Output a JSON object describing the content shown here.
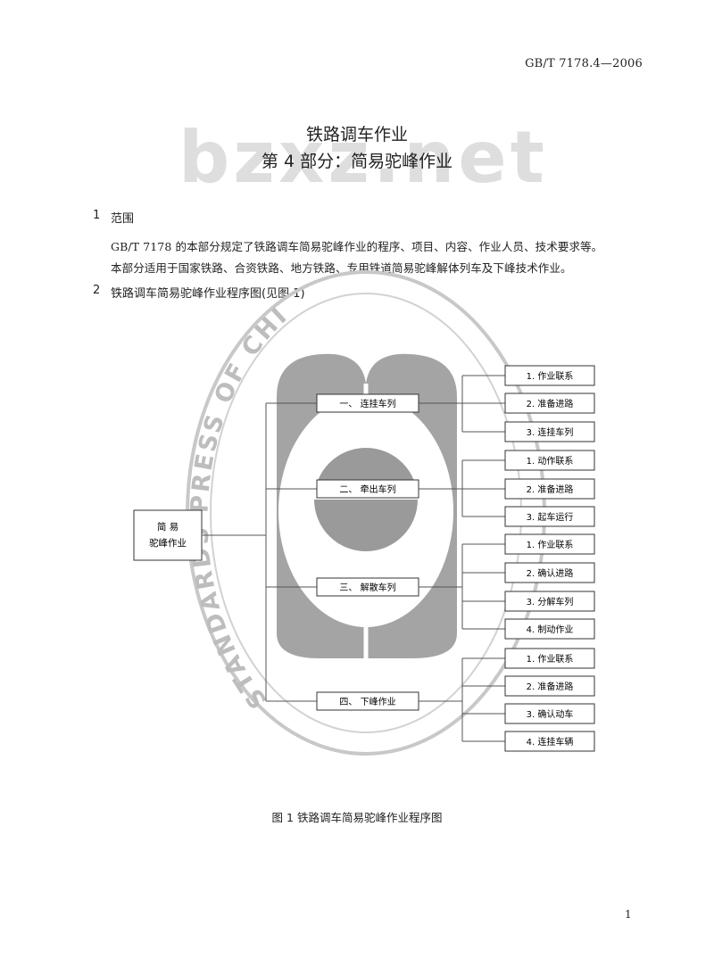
{
  "header": {
    "standard_code": "GB/T 7178.4—2006"
  },
  "title": {
    "line1": "铁路调车作业",
    "line2": "第 4 部分：简易驼峰作业"
  },
  "watermark": {
    "site": "bzxz.net",
    "seal_text": "STANDARDS PRESS OF CHINA"
  },
  "sections": {
    "s1": {
      "number": "1",
      "title": "范围",
      "paragraph1": "GB/T 7178 的本部分规定了铁路调车简易驼峰作业的程序、项目、内容、作业人员、技术要求等。",
      "paragraph2": "本部分适用于国家铁路、合资铁路、地方铁路、专用铁道简易驼峰解体列车及下峰技术作业。"
    },
    "s2": {
      "number": "2",
      "title": "铁路调车简易驼峰作业程序图(见图 1)"
    }
  },
  "diagram": {
    "root": {
      "line1": "简      易",
      "line2": "驼峰作业"
    },
    "stages": [
      {
        "label": "一、 连挂车列",
        "steps": [
          "1. 作业联系",
          "2. 准备进路",
          "3. 连挂车列"
        ]
      },
      {
        "label": "二、 牵出车列",
        "steps": [
          "1. 动作联系",
          "2. 准备进路",
          "3. 起车运行"
        ]
      },
      {
        "label": "三、 解散车列",
        "steps": [
          "1. 作业联系",
          "2. 确认进路",
          "3. 分解车列",
          "4. 制动作业"
        ]
      },
      {
        "label": "四、 下峰作业",
        "steps": [
          "1. 作业联系",
          "2. 准备进路",
          "3. 确认动车",
          "4. 连挂车辆"
        ]
      }
    ]
  },
  "figure_caption": "图 1   铁路调车简易驼峰作业程序图",
  "page_number": "1"
}
